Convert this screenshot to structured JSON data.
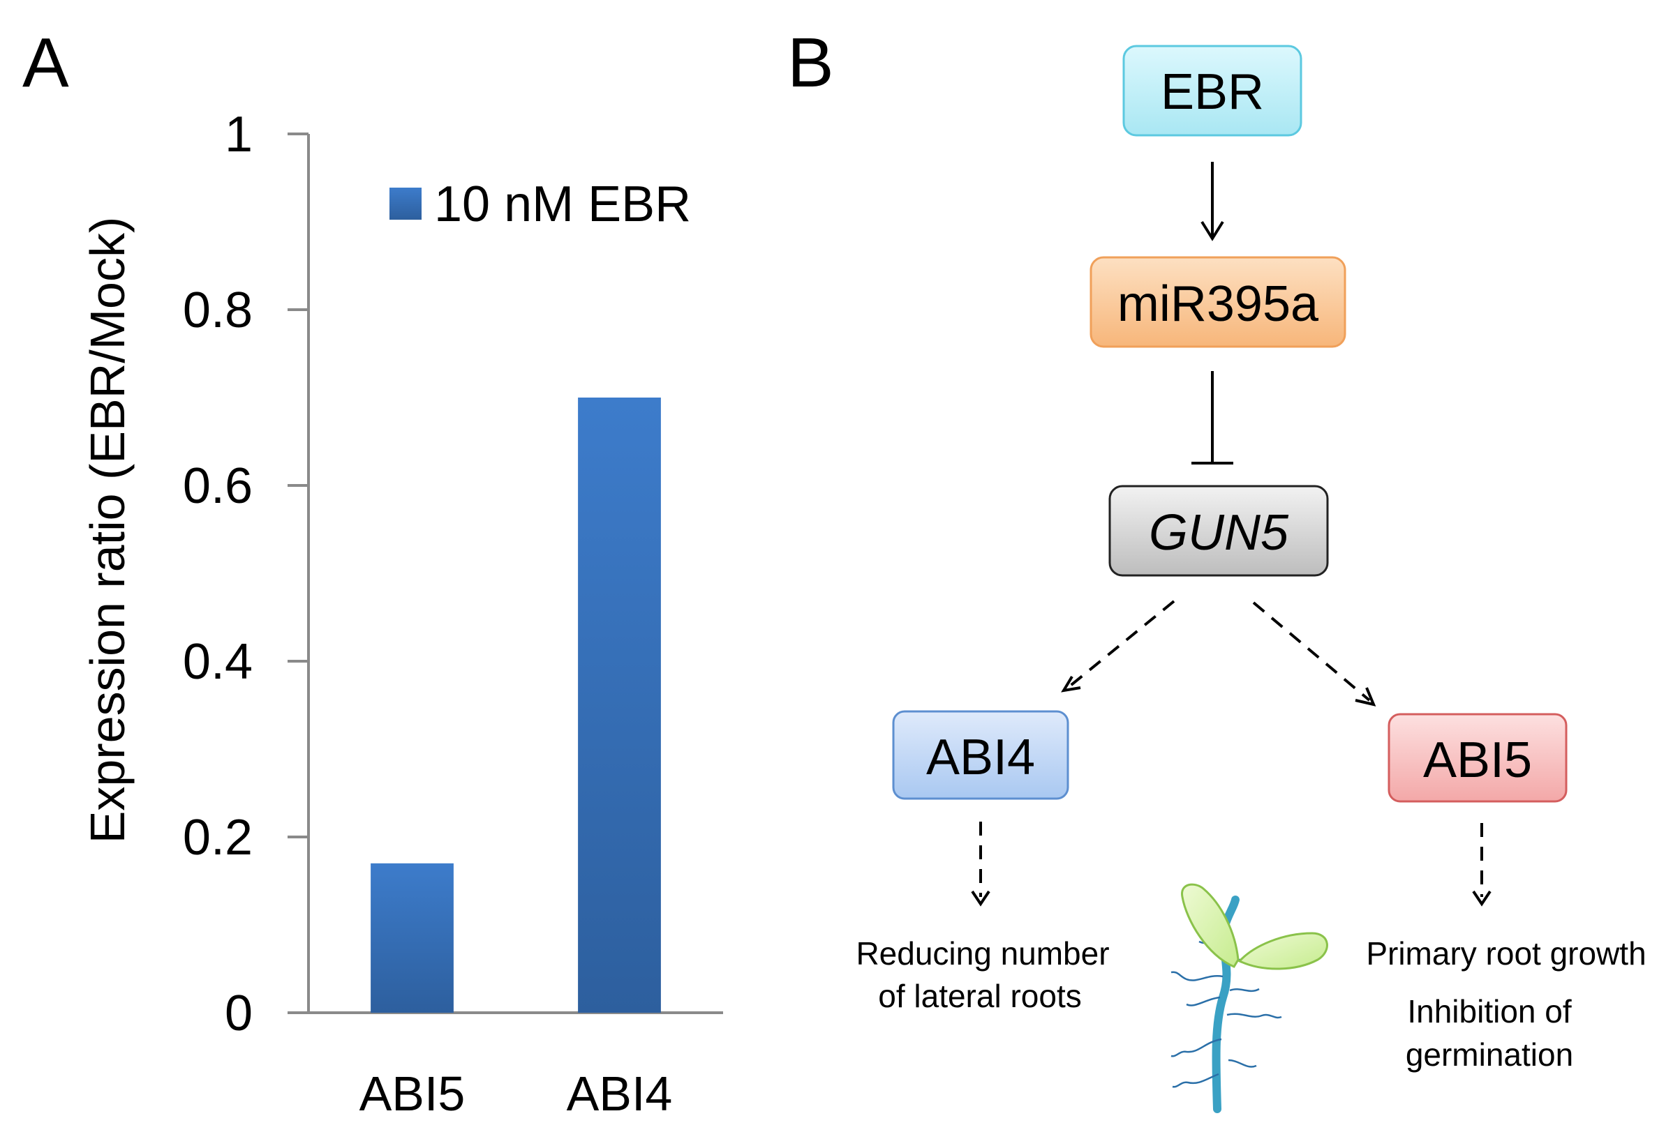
{
  "panels": {
    "a_label": "A",
    "b_label": "B"
  },
  "chart_data": {
    "type": "bar",
    "categories": [
      "ABI5",
      "ABI4"
    ],
    "series": [
      {
        "name": "10 nM EBR",
        "values": [
          0.17,
          0.7
        ]
      }
    ],
    "ylabel": "Expression ratio (EBR/Mock)",
    "xlabel": "",
    "ylim": [
      0,
      1
    ],
    "yticks": [
      0,
      0.2,
      0.4,
      0.6,
      0.8,
      1
    ],
    "ytick_labels": [
      "0",
      "0.2",
      "0.4",
      "0.6",
      "0.8",
      "1"
    ],
    "legend_position": "top-right",
    "bar_color": "#3a72bd",
    "grid": false
  },
  "diagram": {
    "nodes": {
      "ebr": {
        "label": "EBR",
        "fill": "#bfeff8",
        "stroke": "#5cc9e0"
      },
      "mir": {
        "label": "miR395a",
        "fill": "#fcc898",
        "stroke": "#f0a05a"
      },
      "gun5": {
        "label": "GUN5",
        "fill": "#d6d6d6",
        "stroke": "#222222"
      },
      "abi4": {
        "label": "ABI4",
        "fill": "#bcd6f6",
        "stroke": "#5d8fd0"
      },
      "abi5": {
        "label": "ABI5",
        "fill": "#f8c0c0",
        "stroke": "#d45e5e"
      }
    },
    "edges": [
      {
        "from": "EBR",
        "to": "miR395a",
        "type": "activation"
      },
      {
        "from": "miR395a",
        "to": "GUN5",
        "type": "inhibition"
      },
      {
        "from": "GUN5",
        "to": "ABI4",
        "type": "indirect"
      },
      {
        "from": "GUN5",
        "to": "ABI5",
        "type": "indirect"
      },
      {
        "from": "ABI4",
        "to": "lateral roots",
        "type": "indirect"
      },
      {
        "from": "ABI5",
        "to": "germination",
        "type": "indirect"
      }
    ],
    "outcomes": {
      "abi4_line1": "Reducing number",
      "abi4_line2": "of lateral roots",
      "abi5_line1": "Primary root growth",
      "abi5_line2": "Inhibition of",
      "abi5_line3": "germination"
    },
    "seedling_icon": "seedling-icon"
  }
}
